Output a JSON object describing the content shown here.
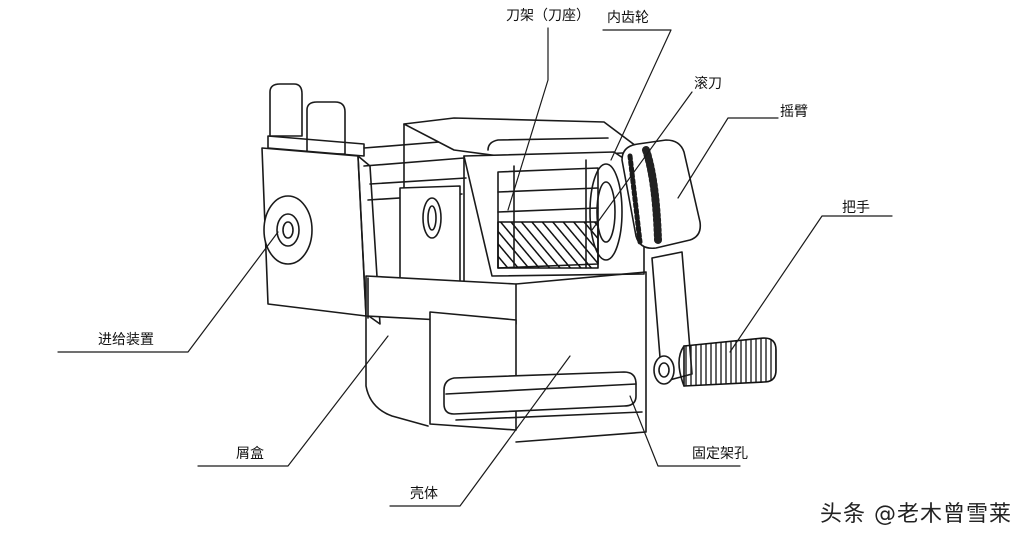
{
  "labels": {
    "blade_holder": "刀架（刀座）",
    "inner_gear": "内齿轮",
    "hob_cutter": "滚刀",
    "rocker_arm": "摇臂",
    "handle": "把手",
    "feed_device": "进给装置",
    "shavings_box": "屑盒",
    "housing": "壳体",
    "mount_hole": "固定架孔"
  },
  "watermark": "头条 @老木曾雪莱"
}
